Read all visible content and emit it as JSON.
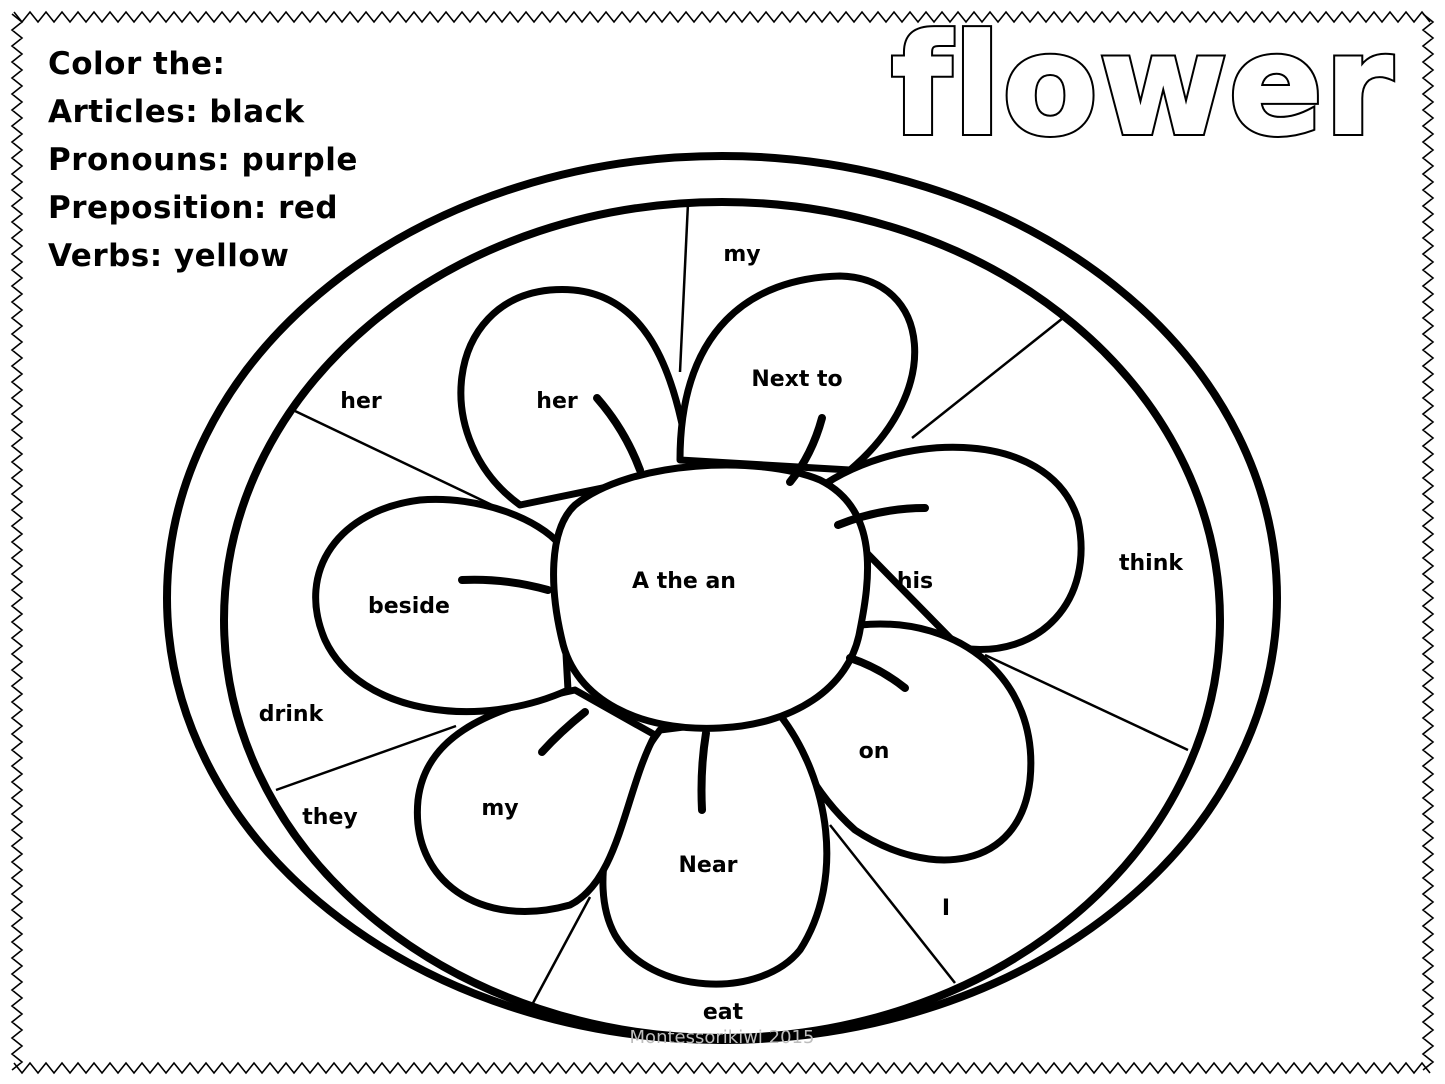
{
  "instructions": {
    "heading": "Color the:",
    "lines": [
      "Articles: black",
      "Pronouns: purple",
      "Preposition: red",
      "Verbs: yellow"
    ]
  },
  "title": "flower",
  "words": {
    "center": "A the an",
    "petal_top_left": "her",
    "petal_top_right": "Next to",
    "petal_right": "his",
    "petal_lower_right": "on",
    "petal_bottom": "Near",
    "petal_lower_left": "my",
    "petal_left": "beside",
    "ring_top": "my",
    "ring_upper_left": "her",
    "ring_right": "think",
    "ring_left": "drink",
    "ring_lower_left": "they",
    "ring_lower_right": "I",
    "ring_bottom": "eat"
  },
  "watermark": "Montessorikiwi 2015",
  "colors": {
    "outline": "#000000",
    "background": "#ffffff",
    "watermark": "#bdbdbd"
  }
}
